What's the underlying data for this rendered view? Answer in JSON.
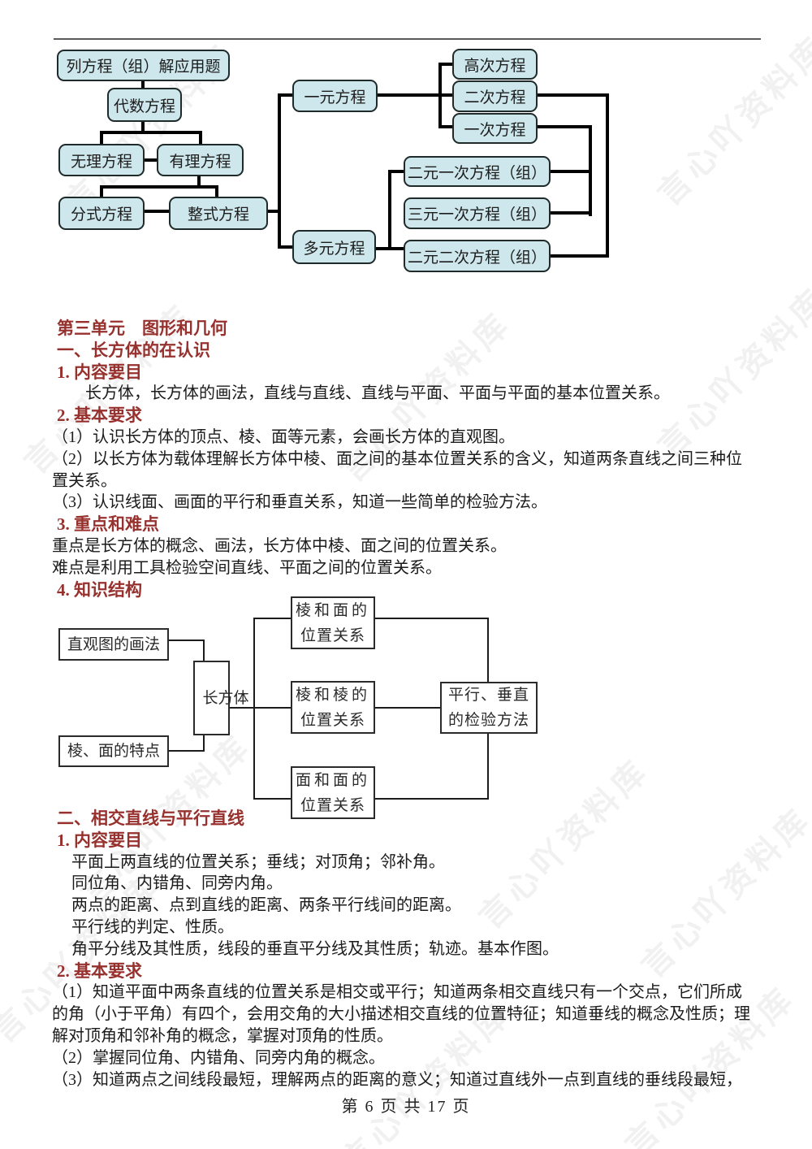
{
  "colors": {
    "heading_red": "#97312e",
    "diagram_box_fill": "#cde7ec",
    "diagram_box_border": "#1f2a2a",
    "connector_black": "#000000",
    "body_text": "#1b1b1b",
    "top_rule_gray": "#5a5a5a",
    "watermark_gray": "#f1f1f1"
  },
  "watermark": {
    "text": "言心吖资料库"
  },
  "diagram1": {
    "boxes": [
      {
        "label": "列方程（组）解应用题"
      },
      {
        "label": "代数方程"
      },
      {
        "label": "无理方程"
      },
      {
        "label": "有理方程"
      },
      {
        "label": "分式方程"
      },
      {
        "label": "整式方程"
      },
      {
        "label": "一元方程"
      },
      {
        "label": "多元方程"
      },
      {
        "label": "高次方程"
      },
      {
        "label": "二次方程"
      },
      {
        "label": "一次方程"
      },
      {
        "label": "二元一次方程（组）"
      },
      {
        "label": "三元一次方程（组）"
      },
      {
        "label": "二元二次方程（组）"
      }
    ]
  },
  "section_geometry": {
    "lines": [
      "第三单元　图形和几何",
      "一、长方体的在认识",
      "1. 内容要目",
      "长方体，长方体的画法，直线与直线、直线与平面、平面与平面的基本位置关系。",
      "2. 基本要求",
      "（1）认识长方体的顶点、棱、面等元素，会画长方体的直观图。",
      "（2）以长方体为载体理解长方体中棱、面之间的基本位置关系的含义，知道两条直线之间三种位",
      "置关系。",
      "（3）认识线面、画面的平行和垂直关系，知道一些简单的检验方法。",
      "3. 重点和难点",
      "重点是长方体的概念、画法，长方体中棱、面之间的位置关系。",
      "难点是利用工具检验空间直线、平面之间的位置关系。",
      "4. 知识结构"
    ]
  },
  "diagram2": {
    "boxes": [
      {
        "label": "直观图的画法"
      },
      {
        "label": "棱、面的特点"
      },
      {
        "label": "长方体"
      },
      {
        "line1": "棱和面的",
        "line2": "位置关系"
      },
      {
        "line1": "棱和棱的",
        "line2": "位置关系"
      },
      {
        "line1": "面和面的",
        "line2": "位置关系"
      },
      {
        "line1": "平行、垂直",
        "line2": "的检验方法"
      }
    ]
  },
  "section_lines": {
    "lines": [
      "二、相交直线与平行直线",
      "1. 内容要目",
      "平面上两直线的位置关系；垂线；对顶角；邻补角。",
      "同位角、内错角、同旁内角。",
      "两点的距离、点到直线的距离、两条平行线间的距离。",
      "平行线的判定、性质。",
      "角平分线及其性质，线段的垂直平分线及其性质；轨迹。基本作图。",
      "2. 基本要求",
      "（1）知道平面中两条直线的位置关系是相交或平行；知道两条相交直线只有一个交点，它们所成",
      "的角（小于平角）有四个，会用交角的大小描述相交直线的位置特征；知道垂线的概念及性质；理",
      "解对顶角和邻补角的概念，掌握对顶角的性质。",
      "（2）掌握同位角、内错角、同旁内角的概念。",
      "（3）知道两点之间线段最短，理解两点的距离的意义；知道过直线外一点到直线的垂线段最短，"
    ]
  },
  "footer": {
    "text": "第 6 页 共 17 页"
  }
}
